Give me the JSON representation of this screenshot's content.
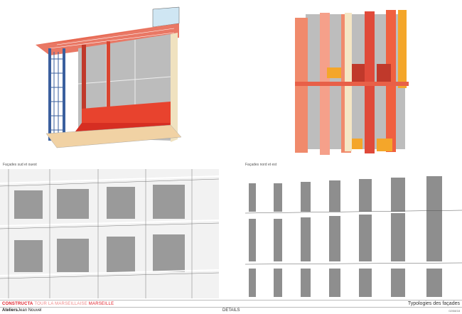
{
  "views": {
    "south_west_caption": "Façades sud et ouest",
    "north_east_caption": "Façades nord et est"
  },
  "footer": {
    "brand": "CONSTRUCTA",
    "project": "TOUR LA MARSEILLAISE",
    "city": "MARSEILLE",
    "sheet_title": "Typologies des façades",
    "architect_bold": "Ateliers",
    "architect_name": "Jean Nouvel",
    "section": "DETAILS",
    "date": "02/08/18"
  },
  "colors": {
    "brand": "#e0202a",
    "red": "#e8432e",
    "blue": "#3a5f9e",
    "orange": "#f4a62a"
  }
}
